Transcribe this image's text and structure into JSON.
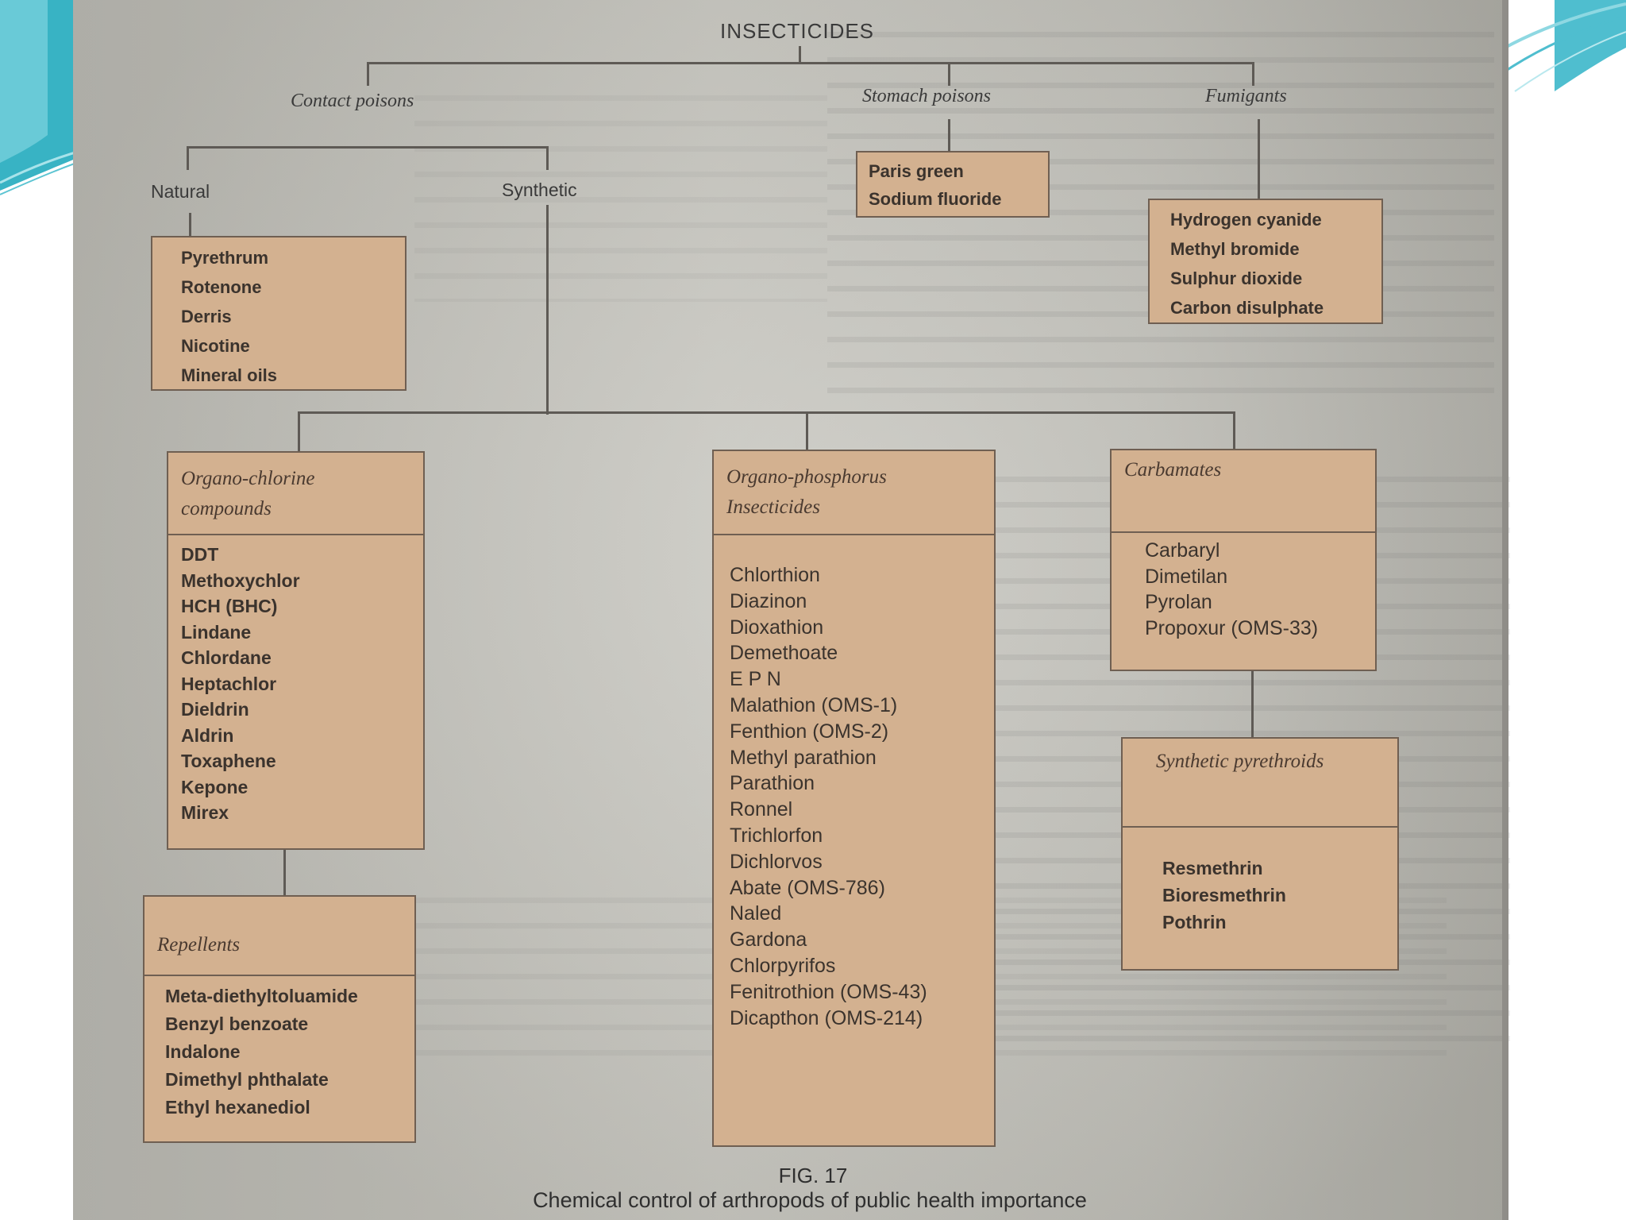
{
  "diagram": {
    "root": "INSECTICIDES",
    "branches": {
      "contact": "Contact poisons",
      "stomach": "Stomach poisons",
      "fumigants": "Fumigants"
    },
    "contact_sub": {
      "natural": "Natural",
      "synthetic": "Synthetic"
    },
    "natural_items": [
      "Pyrethrum",
      "Rotenone",
      "Derris",
      "Nicotine",
      "Mineral oils"
    ],
    "stomach_items": [
      "Paris green",
      "Sodium fluoride"
    ],
    "fumigant_items": [
      "Hydrogen cyanide",
      "Methyl bromide",
      "Sulphur dioxide",
      "Carbon disulphate"
    ],
    "organochlorine": {
      "heading_line1": "Organo-chlorine",
      "heading_line2": "compounds",
      "items": [
        "DDT",
        "Methoxychlor",
        "HCH (BHC)",
        "Lindane",
        "Chlordane",
        "Heptachlor",
        "Dieldrin",
        "Aldrin",
        "Toxaphene",
        "Kepone",
        "Mirex"
      ]
    },
    "organophosphorus": {
      "heading_line1": "Organo-phosphorus",
      "heading_line2": "Insecticides",
      "items": [
        "Chlorthion",
        "Diazinon",
        "Dioxathion",
        "Demethoate",
        "E P N",
        "Malathion (OMS-1)",
        "Fenthion (OMS-2)",
        "Methyl parathion",
        "Parathion",
        "Ronnel",
        "Trichlorfon",
        "Dichlorvos",
        "Abate (OMS-786)",
        "Naled",
        "Gardona",
        "Chlorpyrifos",
        "Fenitrothion (OMS-43)",
        "Dicapthon (OMS-214)"
      ]
    },
    "carbamates": {
      "heading": "Carbamates",
      "items": [
        "Carbaryl",
        "Dimetilan",
        "Pyrolan",
        "Propoxur (OMS-33)"
      ]
    },
    "pyrethroids": {
      "heading": "Synthetic pyrethroids",
      "items": [
        "Resmethrin",
        "Bioresmethrin",
        "Pothrin"
      ]
    },
    "repellents": {
      "heading": "Repellents",
      "items": [
        "Meta-diethyltoluamide",
        "Benzyl benzoate",
        "Indalone",
        "Dimethyl phthalate",
        "Ethyl hexanediol"
      ]
    }
  },
  "caption": {
    "figure": "FIG. 17",
    "title": "Chemical control of arthropods of public health importance"
  },
  "colors": {
    "box_fill": "#d3b190",
    "accent_teal": "#3fb8c8"
  }
}
